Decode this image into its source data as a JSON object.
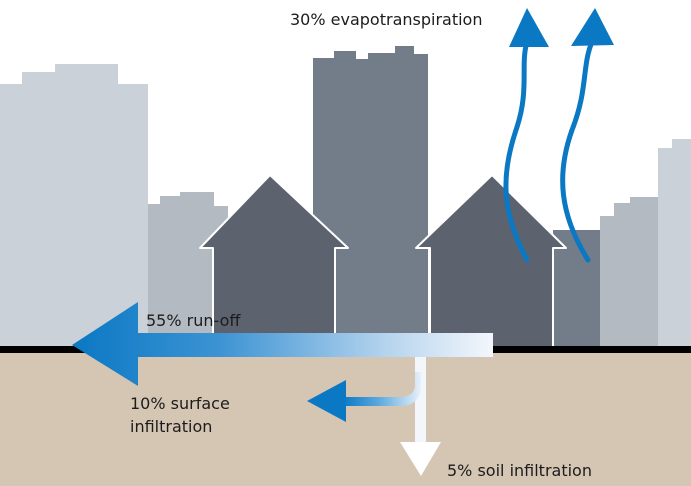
{
  "labels": {
    "evapotranspiration": "30% evapotranspiration",
    "runoff": "55% run-off",
    "surface_infiltration_line1": "10% surface",
    "surface_infiltration_line2": "infiltration",
    "soil_infiltration": "5% soil infiltration"
  },
  "colors": {
    "sky": "#ffffff",
    "ground": "#d5c6b4",
    "ground_line": "#000000",
    "building_light": "#cbd1d8",
    "building_mid": "#b4bac2",
    "building_dark": "#737d8a",
    "house": "#5c636e",
    "arrow_blue": "#0a78c3",
    "arrow_fade": "#eef4fb"
  }
}
